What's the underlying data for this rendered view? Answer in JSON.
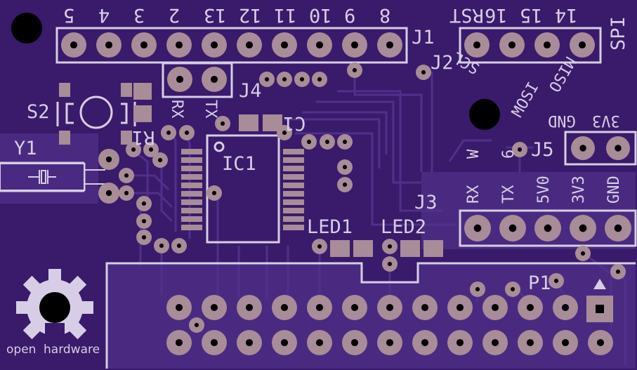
{
  "board": {
    "colors": {
      "substrate": "#3a1a6a",
      "copper_pour": "#4a2a80",
      "silkscreen": "#d7cde6",
      "pad": "#a88c98",
      "hole": "#000000"
    }
  },
  "silkscreen": {
    "j1_pins": [
      "5",
      "4",
      "3",
      "2",
      "13",
      "12",
      "11",
      "10",
      "9",
      "8"
    ],
    "spi_pins": [
      "RST",
      "16",
      "15",
      "14"
    ],
    "spi_label": "SPI",
    "j1": "J1",
    "j2": "J2",
    "j3": "J3",
    "j4": "J4",
    "j5": "J5",
    "s2": "S2",
    "r1": "R1",
    "y1": "Y1",
    "ic1": "IC1",
    "c1": "C1",
    "led1": "LED1",
    "led2": "LED2",
    "p1": "P1",
    "rx_top": "RX",
    "tx_top": "TX",
    "scl": "SCL",
    "mosi": "MOSI",
    "miso": "MISO",
    "gnd_top": "GND",
    "v3_top": "3V3",
    "pin_w": "W",
    "pin_6": "6",
    "j3_pins": [
      "RX",
      "TX",
      "5V0",
      "3V3",
      "GND"
    ],
    "open": "open",
    "hardware": "hardware"
  }
}
